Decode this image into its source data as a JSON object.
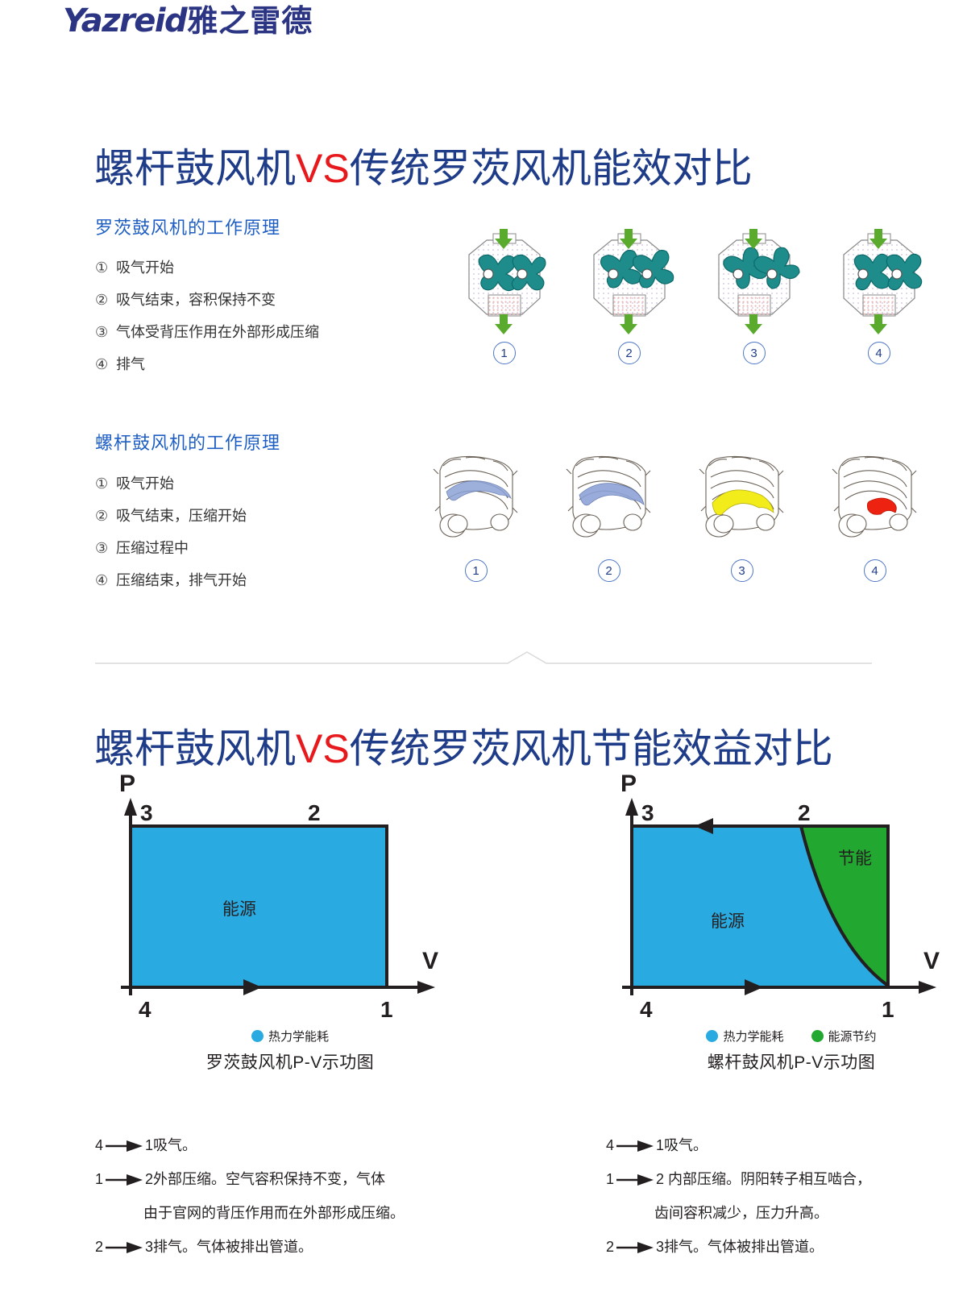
{
  "brand": {
    "latin": "Yazreid",
    "chinese": "雅之雷德",
    "color": "#2c3583"
  },
  "section1": {
    "title_pre": "螺杆鼓风机",
    "title_vs": "VS",
    "title_post": "传统罗茨风机能效对比",
    "roots": {
      "subtitle": "罗茨鼓风机的工作原理",
      "steps": [
        {
          "num": "①",
          "text": "吸气开始"
        },
        {
          "num": "②",
          "text": "吸气结束，容积保持不变"
        },
        {
          "num": "③",
          "text": "气体受背压作用在外部形成压缩"
        },
        {
          "num": "④",
          "text": "排气"
        }
      ],
      "figures": [
        {
          "badge": "1",
          "caption": "roots-stage-1"
        },
        {
          "badge": "2",
          "caption": "roots-stage-2"
        },
        {
          "badge": "3",
          "caption": "roots-stage-3"
        },
        {
          "badge": "4",
          "caption": "roots-stage-4"
        }
      ]
    },
    "screw": {
      "subtitle": "螺杆鼓风机的工作原理",
      "steps": [
        {
          "num": "①",
          "text": "吸气开始"
        },
        {
          "num": "②",
          "text": "吸气结束，压缩开始"
        },
        {
          "num": "③",
          "text": "压缩过程中"
        },
        {
          "num": "④",
          "text": "压缩结束，排气开始"
        }
      ],
      "figures": [
        {
          "badge": "1",
          "highlight": "#8da3d6"
        },
        {
          "badge": "2",
          "highlight": "#8da3d6"
        },
        {
          "badge": "3",
          "highlight": "#f3ec1b"
        },
        {
          "badge": "4",
          "highlight": "#ee2211"
        }
      ]
    }
  },
  "section2": {
    "title_pre": "螺杆鼓风机",
    "title_vs": "VS",
    "title_post": "传统罗茨风机节能效益对比",
    "charts": [
      {
        "caption": "罗茨鼓风机P-V示功图",
        "axis_y": "P",
        "axis_x": "V",
        "corner_labels": {
          "tl": "3",
          "tr": "2",
          "bl": "4",
          "br": "1"
        },
        "area_label": "能源",
        "legend": [
          {
            "label": "热力学能耗",
            "color": "#29abe2"
          }
        ]
      },
      {
        "caption": "螺杆鼓风机P-V示功图",
        "axis_y": "P",
        "axis_x": "V",
        "corner_labels": {
          "tl": "3",
          "tr": "2",
          "bl": "4",
          "br": "1"
        },
        "area_label": "能源",
        "saving_label": "节能",
        "legend": [
          {
            "label": "热力学能耗",
            "color": "#29abe2"
          },
          {
            "label": "能源节约",
            "color": "#22a830"
          }
        ]
      }
    ],
    "notes_left": [
      {
        "from": "4",
        "to": "1",
        "text": "吸气。"
      },
      {
        "from": "1",
        "to": "2",
        "text": "外部压缩。空气容积保持不变，气体"
      },
      {
        "indent": "由于官网的背压作用而在外部形成压缩。"
      },
      {
        "from": "2",
        "to": "3",
        "text": "排气。气体被排出管道。"
      }
    ],
    "notes_right": [
      {
        "from": "4",
        "to": "1",
        "text": "吸气。"
      },
      {
        "from": "1",
        "to": "2",
        "text": " 内部压缩。阴阳转子相互啮合，"
      },
      {
        "indent": "齿间容积减少，压力升高。"
      },
      {
        "from": "2",
        "to": "3",
        "text": "排气。气体被排出管道。"
      }
    ]
  },
  "chart_data": [
    {
      "type": "area",
      "title": "罗茨鼓风机P-V示功图",
      "xlabel": "V",
      "ylabel": "P",
      "xlim": [
        0,
        1
      ],
      "ylim": [
        0,
        1
      ],
      "grid": false,
      "legend_position": "bottom",
      "series": [
        {
          "name": "热力学能耗",
          "color": "#29abe2",
          "cycle_points": [
            {
              "label": "4",
              "V": 0.0,
              "P": 0.0
            },
            {
              "label": "1",
              "V": 1.0,
              "P": 0.0
            },
            {
              "label": "2",
              "V": 1.0,
              "P": 1.0
            },
            {
              "label": "3",
              "V": 0.0,
              "P": 1.0
            }
          ],
          "path_type": "rectangle",
          "annotation": "能源"
        }
      ]
    },
    {
      "type": "area",
      "title": "螺杆鼓风机P-V示功图",
      "xlabel": "V",
      "ylabel": "P",
      "xlim": [
        0,
        1
      ],
      "ylim": [
        0,
        1
      ],
      "grid": false,
      "legend_position": "bottom",
      "series": [
        {
          "name": "热力学能耗",
          "color": "#29abe2",
          "cycle_points": [
            {
              "label": "4",
              "V": 0.0,
              "P": 0.0
            },
            {
              "label": "1",
              "V": 1.0,
              "P": 0.0
            },
            {
              "label": "2",
              "V": 0.66,
              "P": 1.0
            },
            {
              "label": "3",
              "V": 0.0,
              "P": 1.0
            }
          ],
          "path_type": "rectangle-with-compression-curve",
          "annotation": "能源"
        },
        {
          "name": "能源节约",
          "color": "#22a830",
          "region": "between compression curve (1→2) and outer rectangle",
          "annotation": "节能"
        }
      ],
      "compression_curve": {
        "from": {
          "label": "1",
          "V": 1.0,
          "P": 0.0
        },
        "to": {
          "label": "2",
          "V": 0.66,
          "P": 1.0
        },
        "shape": "convex-adiabatic"
      }
    }
  ]
}
